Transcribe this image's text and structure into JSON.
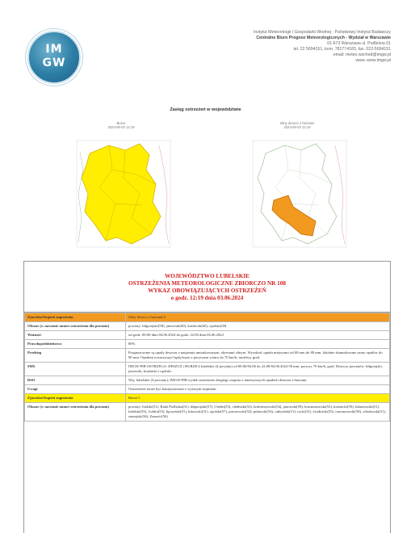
{
  "header": {
    "line1": "Instytut Meteorologii i Gospodarki Wodnej - Państwowy Instytut Badawczy",
    "line2": "Centralne Biuro Prognoz Meteorologicznych - Wydział w Warszawie",
    "line3": "01-673 Warszawa ul. Podleśna 61",
    "line4": "tel. 22 5694151, kom. 781774183, fax. 022-5694151",
    "line5": "email: meteo.wschod@imgw.pl",
    "line6": "www. www.imgw.pl"
  },
  "logo": {
    "top": "IM",
    "bottom": "GW"
  },
  "section_title": "Zasięg ostrzeżeń w województwie",
  "maps": [
    {
      "title": "Burze",
      "date": "2024-06-03 12:19",
      "color": "#ffee00"
    },
    {
      "title": "Silny deszcz z burzami",
      "date": "2024-06-03 12:19",
      "color": "#f29a1f"
    }
  ],
  "warning": {
    "title1": "WOJEWÓDZTWO LUBELSKIE",
    "title2": "OSTRZEŻENIA METEOROLOGICZNE ZBIORCZO NR 108",
    "title3": "WYKAZ OBOWIĄZUJĄCYCH OSTRZEŻEŃ",
    "title4": "o godz. 12:19 dnia 03.06.2024",
    "rows": [
      {
        "k": "Zjawisko/Stopień zagrożenia",
        "v": "Silny deszcz z burzami/2",
        "hl": "orange"
      },
      {
        "k": "Obszar (w nawiasie numer ostrzeżenia dla powiatu)",
        "v": "powiaty: biłgorajski(58), janowski(60), kraśnicki(60), opolski(58)",
        "hl": ""
      },
      {
        "k": "Ważność",
        "v": "od godz. 00:00 dnia 04.06.2024 do godz. 22:00 dnia 04.06.2024",
        "hl": ""
      },
      {
        "k": "Prawdopodobieństwo",
        "v": "80%",
        "hl": ""
      },
      {
        "k": "Przebieg",
        "v": "Prognozowane są opady deszczu o natężeniu umiarkowanym, okresami silnym. Wysokość opadu miejscami od 60 mm do 80 mm, lokalnie skumulowane sumy opadów do 90 mm. Opadom towarzyszyć będą burze z porywami wiatru do 70 km/h, możliwy grad.",
        "hl": ""
      },
      {
        "k": "SMS",
        "v": "IMGW-PIB OSTRZEGA: DESZCZ i BURZE/2 lubelskie (4 powiaty) od 00:00/04.06 do 22:00/04.06.2024 90 mm; porywy 70 km/h, grad. Dotyczy powiatów: biłgorajski, janowski, kraśnicki i opolski.",
        "hl": ""
      },
      {
        "k": "RSO",
        "v": "Woj. lubelskie (4 powiaty), IMGW-PIB wydał ostrzeżenie drugiego stopnia o intensywnych opadach deszczu z burzami",
        "hl": ""
      },
      {
        "k": "Uwagi",
        "v": "Ostrzeżenie może być kontynuowane z wyższym stopniem.",
        "hl": ""
      },
      {
        "k": "Zjawisko/Stopień zagrożenia",
        "v": "Burze/1",
        "hl": "yellow"
      },
      {
        "k": "Obszar (w nawiasie numer ostrzeżenia dla powiatu)",
        "v": "powiaty: bialski(51), Biała Podlaska(51), biłgorajski(57), Chełm(53), chełmski(53), hrubieszowski(54), janowski(59), krasnostawski(53), kraśnicki(59), lubartowski(51), lubelski(55), Lublin(55), łęczyński(51), łukowski(51), opolski(57), parczewski(52), puławski(54), radzyński(51), rycki(51), świdnicki(55), tomaszowski(58), włodawski(51), zamojski(56), Zamość(56)",
        "hl": ""
      }
    ]
  }
}
